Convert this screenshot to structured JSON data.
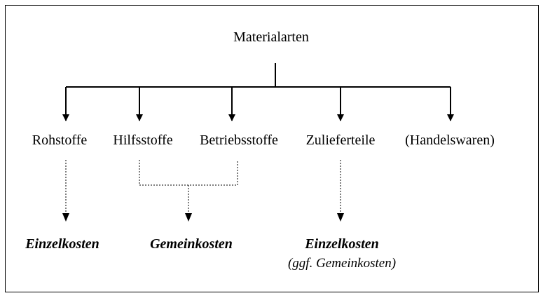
{
  "root": {
    "label": "Materialarten"
  },
  "categories": [
    {
      "id": "rohstoffe",
      "label": "Rohstoffe"
    },
    {
      "id": "hilfsstoffe",
      "label": "Hilfsstoffe"
    },
    {
      "id": "betriebsstoffe",
      "label": "Betriebsstoffe"
    },
    {
      "id": "zulieferteile",
      "label": "Zulieferteile"
    },
    {
      "id": "handelswaren",
      "label": "(Handelswaren)"
    }
  ],
  "costs": {
    "rohstoffe": "Einzelkosten",
    "hilfs_betriebs": "Gemeinkosten",
    "zulieferteile": "Einzelkosten",
    "zulieferteile_note": "(ggf. Gemeinkosten)"
  }
}
